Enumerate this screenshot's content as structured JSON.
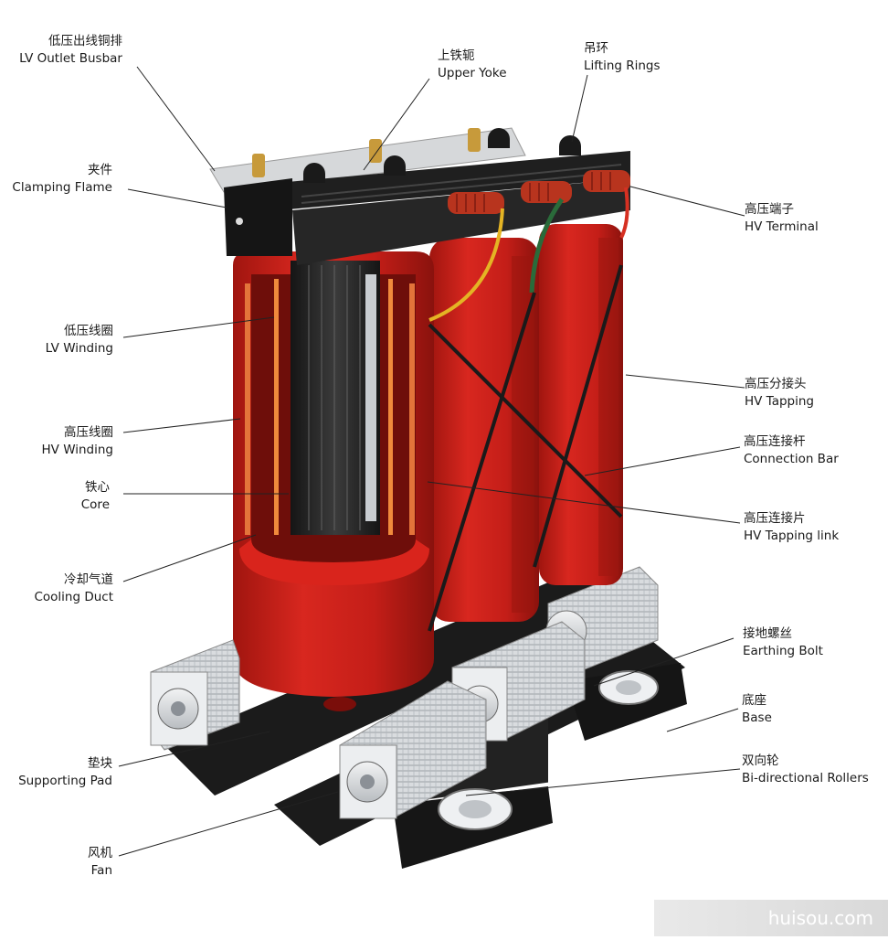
{
  "labels": {
    "lv_outlet_busbar": {
      "zh": "低压出线铜排",
      "en": "LV Outlet Busbar"
    },
    "upper_yoke": {
      "zh": "上铁轭",
      "en": "Upper Yoke"
    },
    "lifting_rings": {
      "zh": "吊环",
      "en": "Lifting Rings"
    },
    "clamping_flame": {
      "zh": "夹件",
      "en": "Clamping Flame"
    },
    "hv_terminal": {
      "zh": "高压端子",
      "en": "HV Terminal"
    },
    "lv_winding": {
      "zh": "低压线圈",
      "en": "LV Winding"
    },
    "hv_tapping": {
      "zh": "高压分接头",
      "en": "HV Tapping"
    },
    "hv_winding": {
      "zh": "高压线圈",
      "en": "HV Winding"
    },
    "connection_bar": {
      "zh": "高压连接杆",
      "en": "Connection Bar"
    },
    "core": {
      "zh": "铁心",
      "en": "Core"
    },
    "hv_tapping_link": {
      "zh": "高压连接片",
      "en": "HV Tapping link"
    },
    "cooling_duct": {
      "zh": "冷却气道",
      "en": "Cooling Duct"
    },
    "earthing_bolt": {
      "zh": "接地螺丝",
      "en": "Earthing Bolt"
    },
    "base": {
      "zh": "底座",
      "en": "Base"
    },
    "supporting_pad": {
      "zh": "垫块",
      "en": "Supporting Pad"
    },
    "bi_directional_rollers": {
      "zh": "双向轮",
      "en": "Bi-directional Rollers"
    },
    "fan": {
      "zh": "风机",
      "en": "Fan"
    }
  },
  "watermark": "huisou.com",
  "colors": {
    "coil_red": "#c8201c",
    "coil_dark": "#8e1410",
    "steel_black": "#1d1d1d",
    "insulator_red": "#b8341e",
    "fan_silver": "#d7dadd",
    "leader": "#222222"
  }
}
